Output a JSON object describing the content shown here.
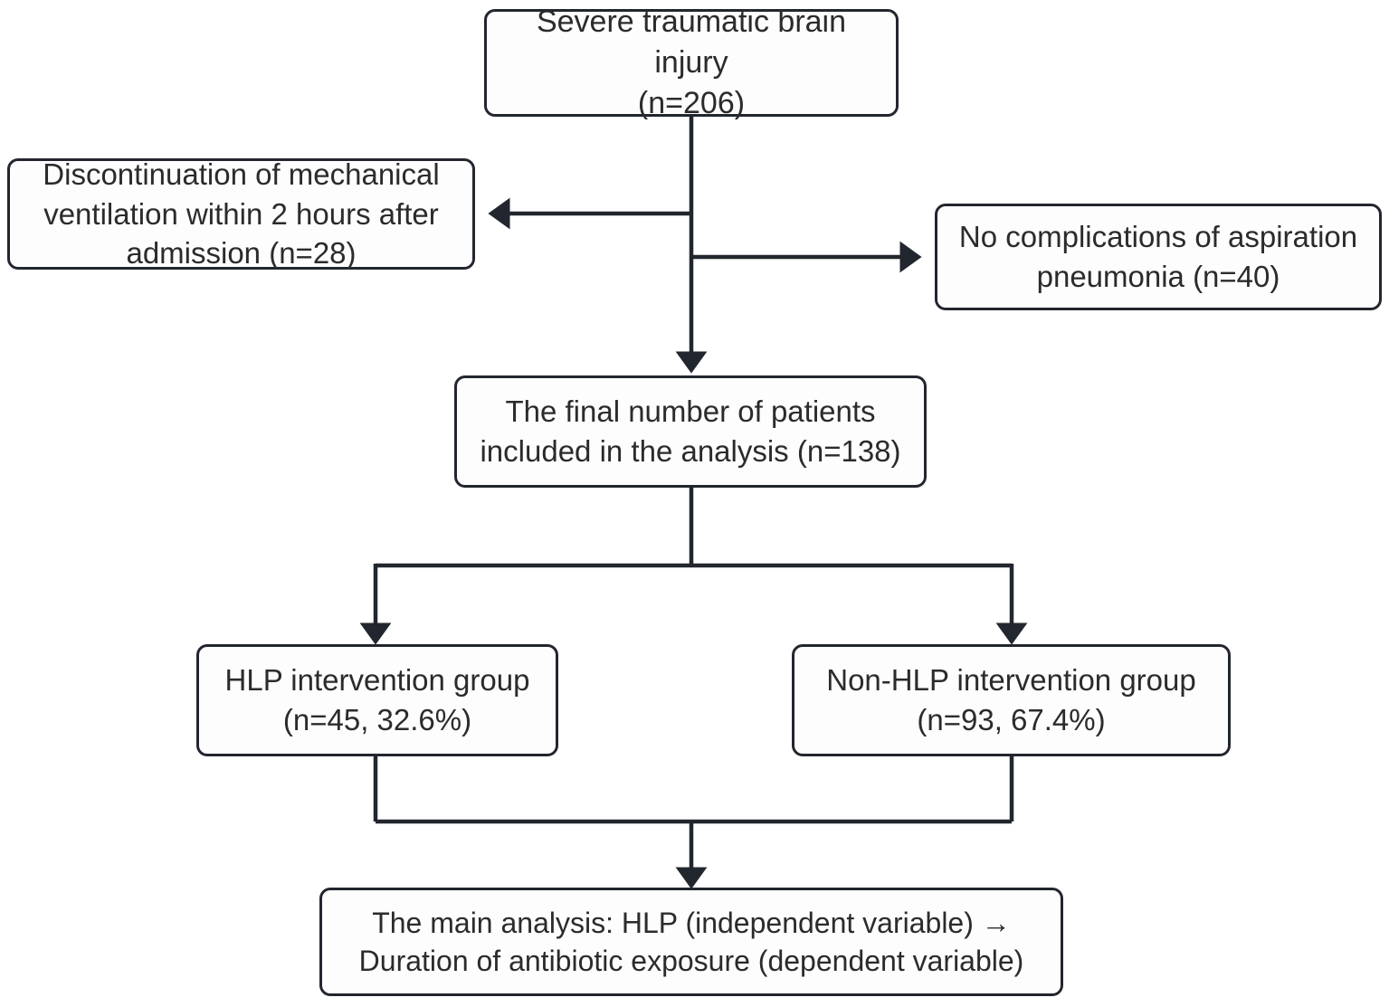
{
  "diagram": {
    "title": "Study patient flow diagram",
    "type": "flowchart",
    "stroke_color": "#22262e",
    "fill_color": "#fdfdfd",
    "text_color": "#2b2b2b",
    "nodes": {
      "source": {
        "label": "Severe traumatic brain injury\n(n=206)",
        "line1": "Severe traumatic brain injury",
        "line2": "(n=206)",
        "count": 206
      },
      "exclusion_left": {
        "label": "Discontinuation of mechanical\nventilation within 2 hours after\nadmission (n=28)",
        "line1": "Discontinuation of mechanical",
        "line2": "ventilation within 2 hours after",
        "line3": "admission (n=28)",
        "count": 28
      },
      "exclusion_right": {
        "label": "No complications of aspiration\npneumonia (n=40)",
        "line1": "No complications of aspiration",
        "line2": "pneumonia (n=40)",
        "count": 40
      },
      "included": {
        "label": "The final number of patients\nincluded in the analysis (n=138)",
        "line1": "The final number of patients",
        "line2": "included in the analysis (n=138)",
        "count": 138
      },
      "hlp_group": {
        "label": "HLP intervention group\n(n=45, 32.6%)",
        "line1": "HLP intervention group",
        "line2": "(n=45, 32.6%)",
        "count": 45,
        "percent": "32.6%"
      },
      "nonhlp_group": {
        "label": "Non-HLP intervention group\n(n=93, 67.4%)",
        "line1": "Non-HLP intervention group",
        "line2": "(n=93, 67.4%)",
        "count": 93,
        "percent": "67.4%"
      },
      "analysis": {
        "label": "The main analysis: HLP (independent variable) →\nDuration of antibiotic exposure (dependent variable)",
        "line1": "The main analysis: HLP (independent variable) →",
        "line2": "Duration of antibiotic exposure (dependent variable)"
      }
    },
    "edges": [
      {
        "name": "source-to-included",
        "from": "source",
        "to": "included",
        "arrow": "down"
      },
      {
        "name": "source-to-exclusion-left",
        "from": "source",
        "to": "exclusion_left",
        "arrow": "left"
      },
      {
        "name": "source-to-exclusion-right",
        "from": "source",
        "to": "exclusion_right",
        "arrow": "right"
      },
      {
        "name": "included-to-hlp",
        "from": "included",
        "to": "hlp_group",
        "arrow": "down"
      },
      {
        "name": "included-to-nonhlp",
        "from": "included",
        "to": "nonhlp_group",
        "arrow": "down"
      },
      {
        "name": "hlp-to-analysis",
        "from": "hlp_group",
        "to": "analysis",
        "arrow": "down"
      },
      {
        "name": "nonhlp-to-analysis",
        "from": "nonhlp_group",
        "to": "analysis",
        "arrow": "down"
      }
    ]
  }
}
